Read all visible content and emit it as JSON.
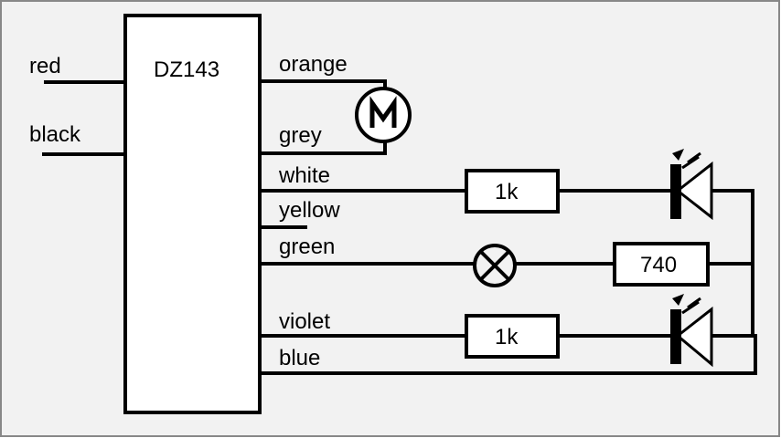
{
  "diagram": {
    "module_label": "DZ143",
    "inputs": [
      {
        "label": "red"
      },
      {
        "label": "black"
      }
    ],
    "outputs": [
      {
        "label": "orange"
      },
      {
        "label": "grey"
      },
      {
        "label": "white"
      },
      {
        "label": "yellow"
      },
      {
        "label": "green"
      },
      {
        "label": "violet"
      },
      {
        "label": "blue"
      }
    ],
    "components": {
      "motor": {
        "label": "M"
      },
      "resistor_white": {
        "label": "1k"
      },
      "resistor_green": {
        "label": "740"
      },
      "resistor_violet": {
        "label": "1k"
      }
    },
    "colors": {
      "background": "#f2f2f2",
      "line": "#000000",
      "fill": "#ffffff"
    }
  }
}
